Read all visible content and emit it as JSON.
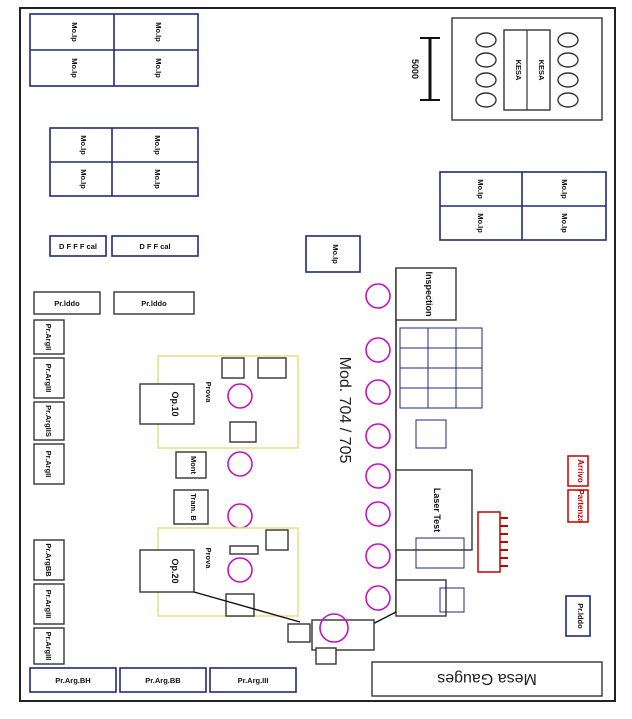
{
  "diagram": {
    "caption": "Mesa Gauges",
    "line_label": "Mod. 704 / 705",
    "scale_label": "5000",
    "table_labels": [
      "KESA",
      "KESA"
    ],
    "left_blocks": {
      "top_grid": [
        "Mo.Ip",
        "Mo.Ip",
        "Mo.Ip",
        "Mo.Ip"
      ],
      "second_grid": [
        "Mo.Ip",
        "Mo.Ip",
        "Mo.Ip",
        "Mo.Ip"
      ],
      "strip_a": "D F F F cal",
      "strip_b": "D F F cal",
      "strip_c": "Pr.lddo",
      "strip_d": "Pr.lddo",
      "argo_labels": [
        "Pr.ArgII",
        "Pr.ArgIII",
        "Pr.ArgIIS",
        "Pr.ArgII"
      ],
      "argo_labels_b": [
        "Pr.ArgBB",
        "Pr.ArgIII",
        "Pr.ArgIII"
      ],
      "bottom_row": [
        "Pr.Arg.BH",
        "Pr.Arg.BB",
        "Pr.Arg.III"
      ]
    },
    "cells": {
      "op10": "Op.10",
      "op20": "Op.20",
      "prova_a": "Prova",
      "prova_b": "Prova",
      "mid1": "Mont",
      "mid2": "Tram. B",
      "laser": "Laser Test",
      "inspection": "Inspection",
      "right_top": [
        "Mo.Ip",
        "Mo.Ip",
        "Mo.Ip",
        "Mo.Ip"
      ],
      "mid_box": "Mo.Ip",
      "red1": "Arrivo",
      "red2": "Partenza",
      "br_box": "Pr.lddo"
    }
  }
}
